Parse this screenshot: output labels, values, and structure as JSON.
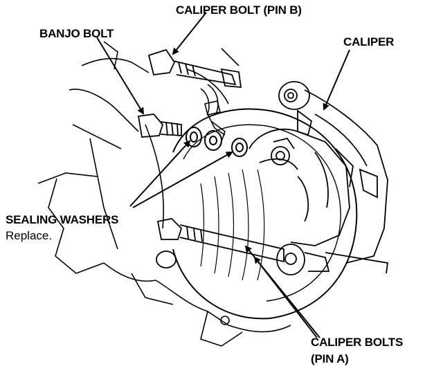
{
  "labels": {
    "caliper_bolt_pin_b": "CALIPER BOLT (PIN B)",
    "banjo_bolt": "BANJO BOLT",
    "caliper": "CALIPER",
    "sealing_washers": "SEALING WASHERS",
    "sealing_washers_note": "Replace.",
    "caliper_bolts_line1": "CALIPER BOLTS",
    "caliper_bolts_line2": "(PIN A)"
  },
  "colors": {
    "ink": "#000000",
    "paper": "#ffffff"
  }
}
